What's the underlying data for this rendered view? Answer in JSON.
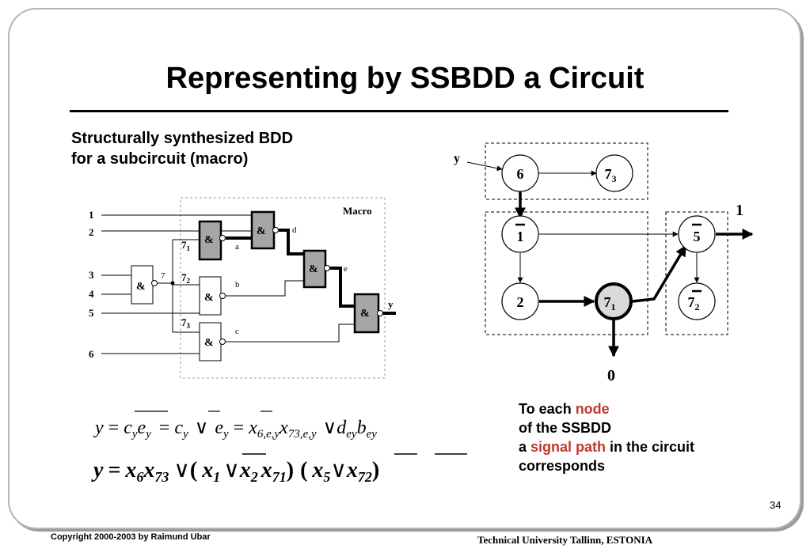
{
  "slide": {
    "title": "Representing by SSBDD a Circuit",
    "subtitle_line1": "Structurally synthesized BDD",
    "subtitle_line2": "for a subcircuit (macro)",
    "page_number": "34",
    "copyright": "Copyright 2000-2003 by Raimund Ubar",
    "university": "Technical University Tallinn, ESTONIA"
  },
  "caption": {
    "part1": "To each ",
    "node": "node",
    "part2": "of the SSBDD",
    "part3": "a ",
    "signal_path": "signal path",
    "part4": " in the circuit",
    "part5": "corresponds"
  },
  "circuit": {
    "macro_label": "Macro",
    "inputs": [
      "1",
      "2",
      "3",
      "4",
      "5",
      "6"
    ],
    "gate_symbol": "&",
    "fanout_label": "7",
    "branches": [
      "7",
      "7",
      "7"
    ],
    "branch_subs": [
      "1",
      "2",
      "3"
    ],
    "wire_labels": [
      "a",
      "b",
      "c",
      "d",
      "e"
    ],
    "output_label": "y"
  },
  "ssbdd": {
    "input_label": "y",
    "terminal_1": "1",
    "terminal_0": "0",
    "nodes": [
      {
        "main": "6",
        "sub": ""
      },
      {
        "main": "7",
        "sub": "3"
      },
      {
        "main": "1",
        "sub": ""
      },
      {
        "main": "5",
        "sub": ""
      },
      {
        "main": "2",
        "sub": ""
      },
      {
        "main": "7",
        "sub": "1"
      },
      {
        "main": "7",
        "sub": "2"
      }
    ]
  },
  "formulas": {
    "eq1": {
      "y": "y",
      "eq": "=",
      "c": "c",
      "y1": "y",
      "e": "e",
      "y2": "y",
      "c2": "c",
      "y3": "y",
      "or": "∨",
      "e2": "e",
      "y4": "y",
      "x1": "x",
      "x1sub": "6,e,y",
      "x2": "x",
      "x2sub": "73,e,y",
      "d": "d",
      "dsub": "ey",
      "b": "b",
      "bsub": "ey"
    },
    "eq2": {
      "y": "y",
      "eq": "=",
      "x": "x",
      "s6": "6",
      "s73": "73",
      "or": "∨",
      "lp": "(",
      "rp": ")",
      "s1": "1",
      "s2": "2",
      "s71": "71",
      "s5": "5",
      "s72": "72"
    }
  },
  "colors": {
    "accent": "#c0392b",
    "gate_fill": "#a6a6a6",
    "highlight_node_fill": "#d9d9d9"
  }
}
